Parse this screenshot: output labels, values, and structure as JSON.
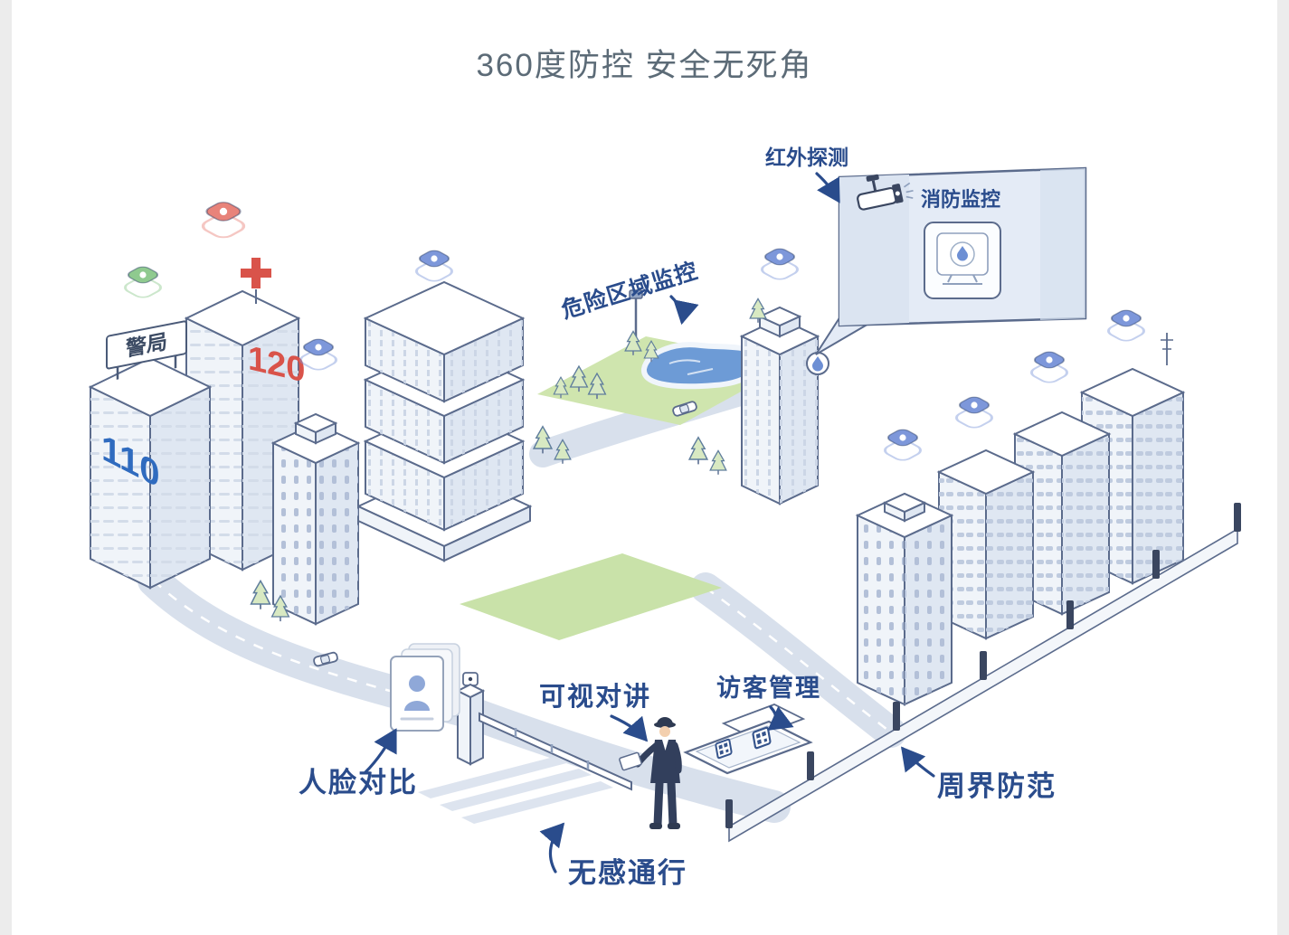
{
  "page": {
    "title": "360度防控 安全无死角"
  },
  "labels": {
    "infrared": "红外探测",
    "fire_monitor": "消防监控",
    "danger_zone": "危险区域监控",
    "video_intercom": "可视对讲",
    "visitor_management": "访客管理",
    "face_compare": "人脸对比",
    "seamless_passage": "无感通行",
    "perimeter_defense": "周界防范"
  },
  "buildings": {
    "police_sign": "警局",
    "police_code": "110",
    "ambulance_code": "120"
  },
  "colors": {
    "title_text": "#5c6b77",
    "label_text": "#2a4c8c",
    "outline": "#5b6b8c",
    "accent_red": "#d9534a",
    "police_blue": "#2f6bbf",
    "pond_blue": "#6d9bd6",
    "grass_green": "#c9e2a9",
    "road": "#d8e0ec",
    "marker_blue": "#7d97da",
    "marker_green": "#8fca8f",
    "marker_red": "#e8837a"
  },
  "icons": {
    "camera": "cctv-camera-icon",
    "fire_device": "fire-suppression-monitor-icon",
    "water_sensor": "water-drop-sensor-icon",
    "hotspot": "iot-hotspot-marker-icon",
    "qr_tablet": "qr-visitor-tablet-icon",
    "face_card": "face-id-card-icon",
    "red_cross": "hospital-cross-icon"
  }
}
